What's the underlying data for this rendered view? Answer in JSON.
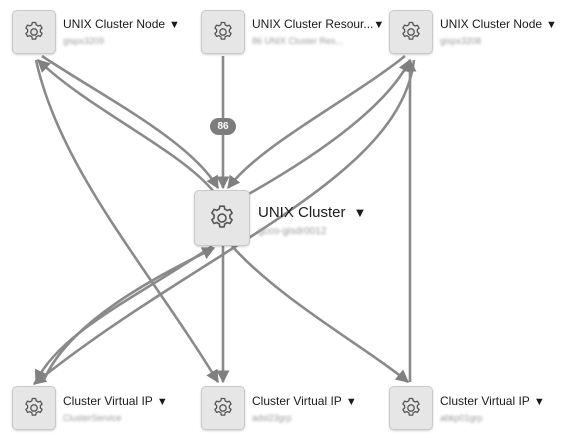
{
  "nodes": {
    "top_left": {
      "title": "UNIX Cluster Node",
      "caret": "▼",
      "subtitle": "gispx3209"
    },
    "top_middle": {
      "title": "UNIX Cluster Resour...",
      "caret": "▼",
      "subtitle": "86 UNIX Cluster Res..."
    },
    "top_right": {
      "title": "UNIX Cluster Node",
      "caret": "▼",
      "subtitle": "gispx3208"
    },
    "center": {
      "title": "UNIX Cluster",
      "caret": "▼",
      "subtitle": "gcco-gisdr0012"
    },
    "bottom_left": {
      "title": "Cluster Virtual IP",
      "caret": "▼",
      "subtitle": "ClusterService"
    },
    "bottom_middle": {
      "title": "Cluster Virtual IP",
      "caret": "▼",
      "subtitle": "adsl23grp"
    },
    "bottom_right": {
      "title": "Cluster Virtual IP",
      "caret": "▼",
      "subtitle": "abkp01grp"
    }
  },
  "edge_badge": "86",
  "icon": "gear-icon",
  "colors": {
    "edge": "#808080",
    "node_fill": "#e6e6e6",
    "badge": "#7d7d7d"
  }
}
